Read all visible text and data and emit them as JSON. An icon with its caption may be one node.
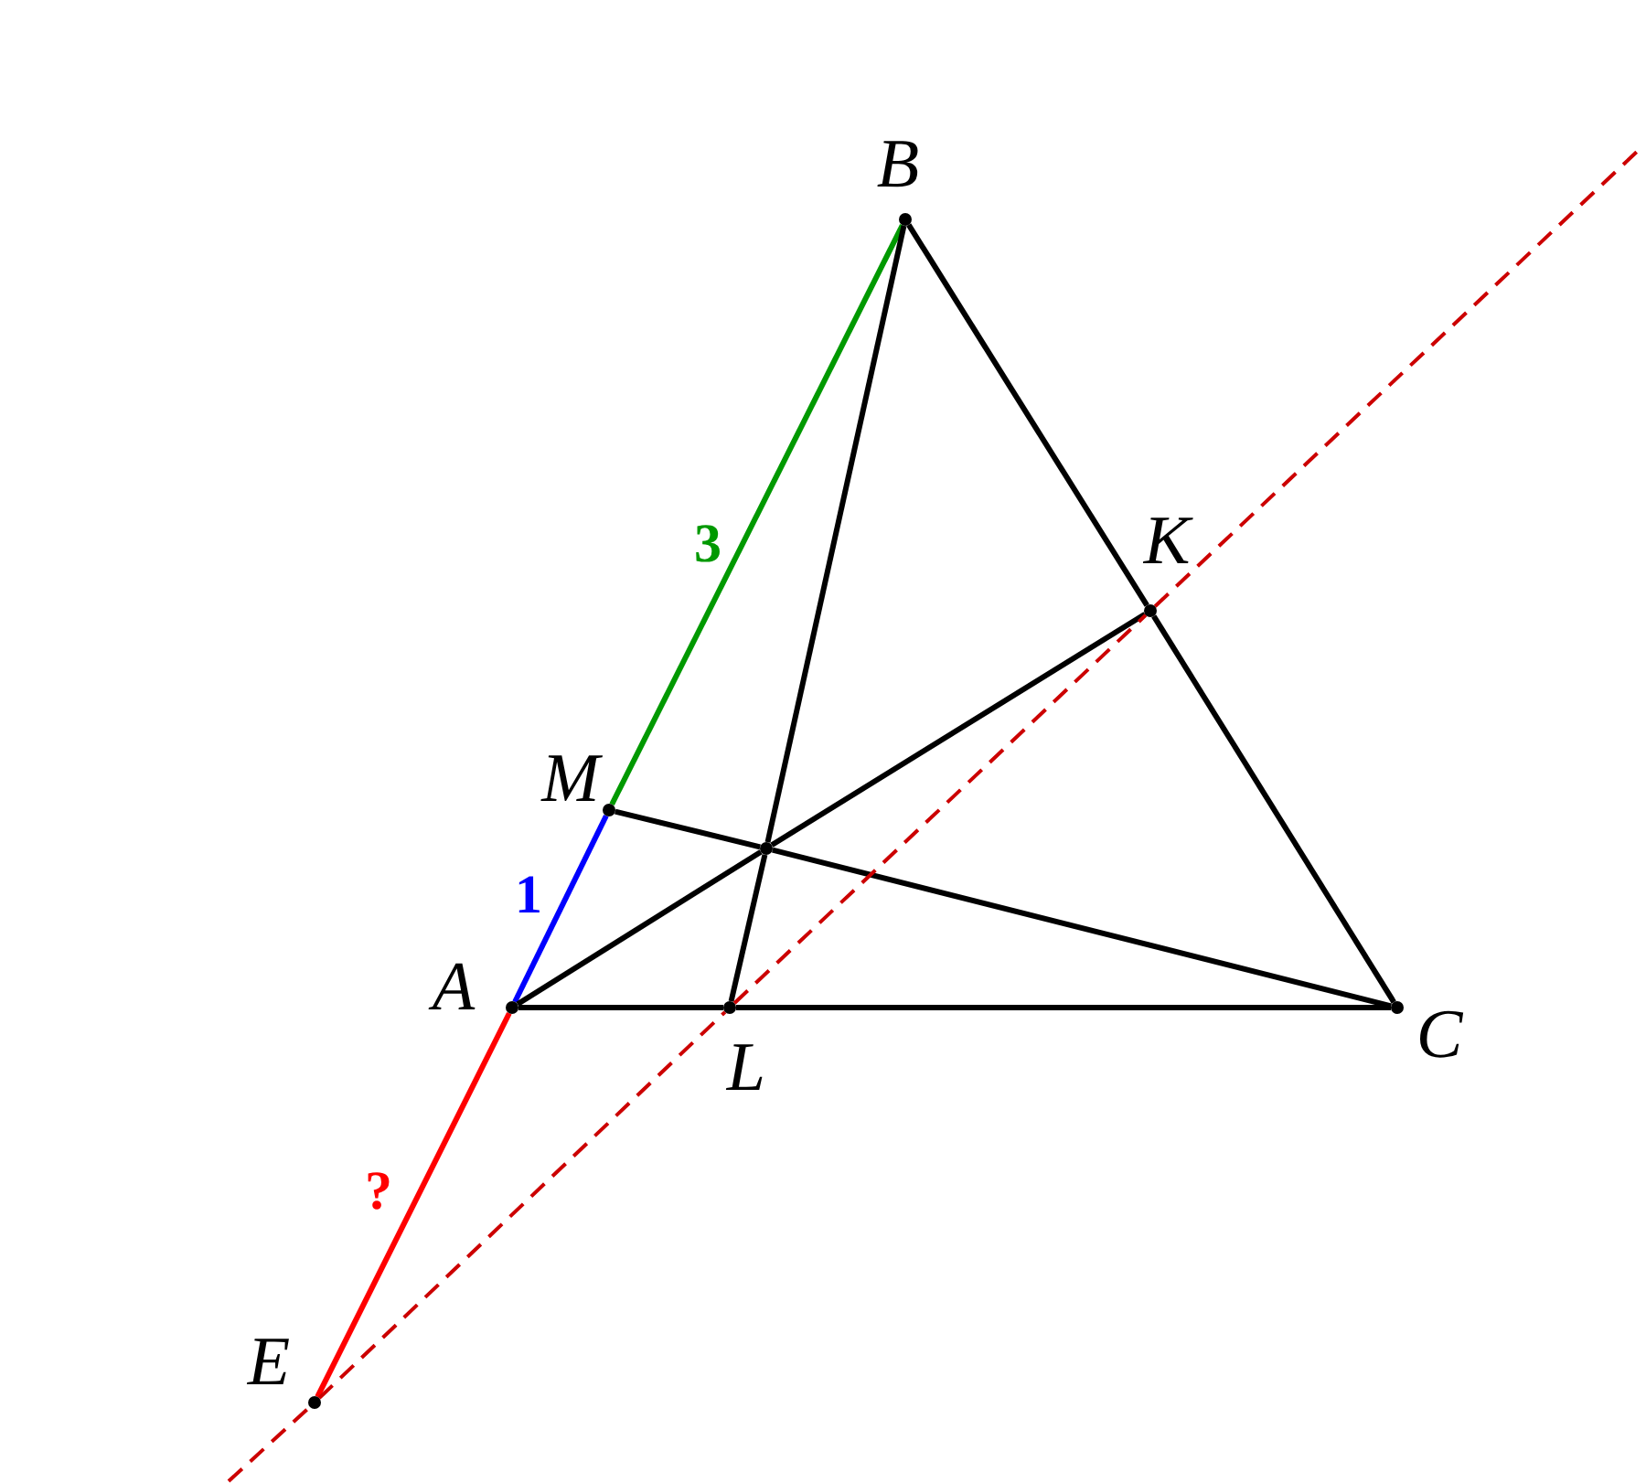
{
  "diagram": {
    "nodes": [
      {
        "text": [],
        "shape": "circle",
        "beside": [
          "B"
        ]
      },
      {
        "text": [],
        "shape": "circle",
        "beside": [
          "K"
        ]
      },
      {
        "text": [],
        "shape": "circle",
        "beside": [
          "M"
        ]
      },
      {
        "text": [],
        "shape": "circle"
      },
      {
        "text": [],
        "shape": "circle",
        "beside": [
          "A"
        ]
      },
      {
        "text": [],
        "shape": "circle",
        "beside": [
          "L"
        ]
      },
      {
        "text": [],
        "shape": "circle",
        "beside": [
          "C"
        ]
      },
      {
        "text": [],
        "shape": "circle",
        "beside": [
          "E"
        ]
      }
    ],
    "edges": [
      {
        "from": 4,
        "to": 2,
        "arrow": "none",
        "label": "1",
        "color": "#0000ff"
      },
      {
        "from": 2,
        "to": 0,
        "arrow": "none",
        "label": "3",
        "color": "#009900"
      },
      {
        "from": 4,
        "to": 7,
        "arrow": "none",
        "label": "?",
        "color": "#ff0000"
      },
      {
        "from": 0,
        "to": 1,
        "arrow": "none"
      },
      {
        "from": 1,
        "to": 6,
        "arrow": "none"
      },
      {
        "from": 4,
        "to": 5,
        "arrow": "none"
      },
      {
        "from": 5,
        "to": 6,
        "arrow": "none"
      },
      {
        "from": 0,
        "to": 3,
        "arrow": "none"
      },
      {
        "from": 3,
        "to": 5,
        "arrow": "none"
      },
      {
        "from": 4,
        "to": 3,
        "arrow": "none"
      },
      {
        "from": 3,
        "to": 1,
        "arrow": "none"
      },
      {
        "from": 2,
        "to": 3,
        "arrow": "none"
      },
      {
        "from": 3,
        "to": 6,
        "arrow": "none"
      },
      {
        "from": null,
        "to": 7,
        "arrow": "none",
        "style": "dashed",
        "color": "#cc0000"
      },
      {
        "from": 7,
        "to": 5,
        "arrow": "none",
        "style": "dashed",
        "color": "#cc0000"
      },
      {
        "from": 5,
        "to": 1,
        "arrow": "none",
        "style": "dashed",
        "color": "#cc0000"
      },
      {
        "from": 1,
        "to": null,
        "arrow": "none",
        "style": "dashed",
        "color": "#cc0000"
      }
    ]
  }
}
